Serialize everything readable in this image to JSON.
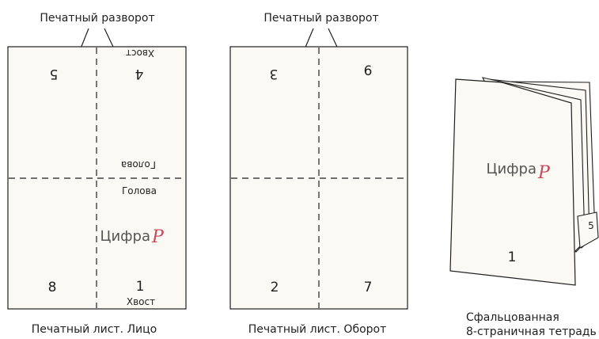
{
  "top_labels": {
    "left": "Печатный разворот",
    "right": "Печатный разворот"
  },
  "sheet_front": {
    "caption": "Печатный лист. Лицо",
    "pages": {
      "top_left": "5",
      "top_right": "4",
      "bottom_left": "8",
      "bottom_right": "1"
    },
    "tail_top": "Хвост",
    "head_top": "Голова",
    "head_bottom": "Голова",
    "tail_bottom": "Хвост",
    "logo_text": "Цифра",
    "logo_mark": "P"
  },
  "sheet_back": {
    "caption": "Печатный лист. Оборот",
    "pages": {
      "top_left": "3",
      "top_right": "6",
      "bottom_left": "2",
      "bottom_right": "7"
    }
  },
  "folded": {
    "caption_line1": "Сфальцованная",
    "caption_line2": "8-страничная тетрадь",
    "page_front": "1",
    "page_side": "5",
    "logo_text": "Цифра",
    "logo_mark": "P"
  },
  "colors": {
    "paper": "#fbf9f3",
    "line": "#1f1f1f",
    "logo_accent": "#c4475c"
  }
}
